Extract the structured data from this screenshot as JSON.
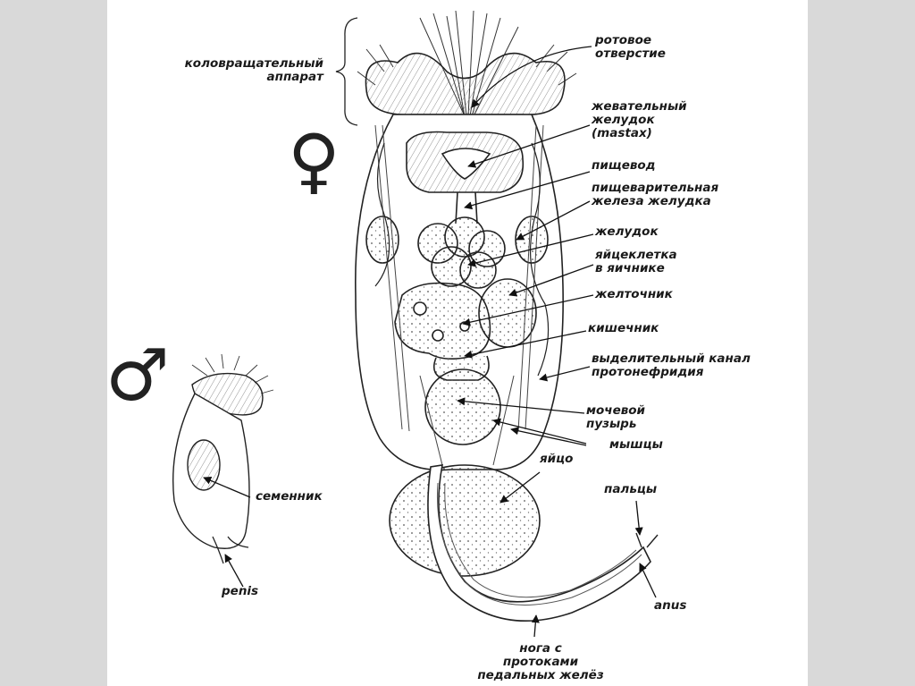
{
  "symbols": {
    "female": "♀",
    "male": "♂"
  },
  "labels": {
    "rotatory": [
      "коловращательный",
      "аппарат"
    ],
    "mouth": [
      "ротовое",
      "отверстие"
    ],
    "mastax": [
      "жевательный",
      "желудок",
      "(mastax)"
    ],
    "esophagus": [
      "пищевод"
    ],
    "digestive_gland": [
      "пищеварительная",
      "железа желудка"
    ],
    "stomach": [
      "желудок"
    ],
    "egg_cell": [
      "яйцеклетка",
      "в яичнике"
    ],
    "vitellarium": [
      "желточник"
    ],
    "intestine": [
      "кишечник"
    ],
    "excretory": [
      "выделительный канал",
      "протонефридия"
    ],
    "bladder": [
      "мочевой",
      "пузырь"
    ],
    "muscles": [
      "мышцы"
    ],
    "egg": [
      "яйцо"
    ],
    "toes": [
      "пальцы"
    ],
    "anus": [
      "anus"
    ],
    "foot": [
      "нога с",
      "протоками",
      "педальных желёз"
    ],
    "testis": [
      "семенник"
    ],
    "penis": [
      "penis"
    ]
  },
  "colors": {
    "page_bg": "#d9d9d9",
    "slide_bg": "#ffffff",
    "ink": "#1a1a1a"
  }
}
